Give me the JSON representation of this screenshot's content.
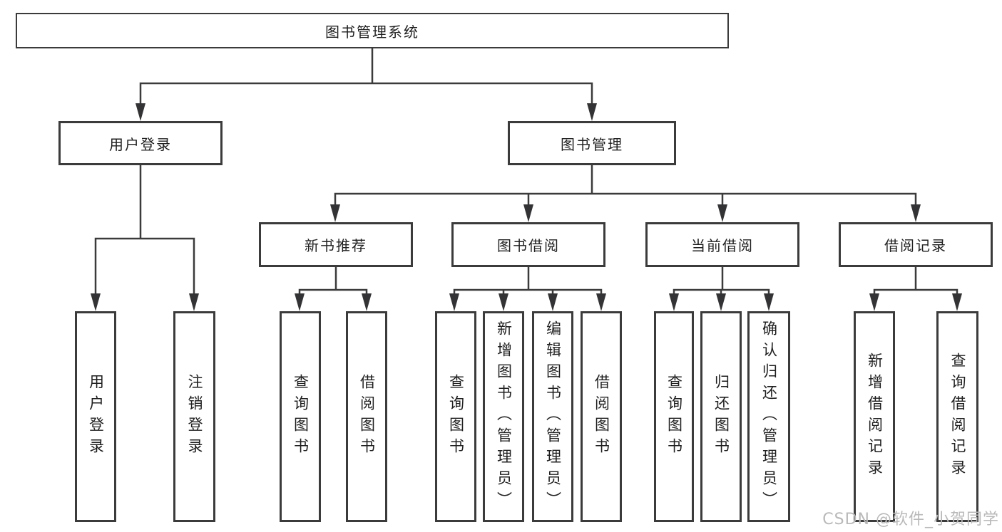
{
  "diagram_type": "hierarchy-tree",
  "colors": {
    "background": "#ffffff",
    "line": "#3b3b3c",
    "box_border": "#3b3b3c",
    "text": "#1f1f1f",
    "watermark": "#b9b9b9"
  },
  "tree": {
    "root": {
      "label": "图书管理系统"
    },
    "user_login": {
      "label": "用户登录",
      "children": [
        {
          "label": "用户登录"
        },
        {
          "label": "注销登录"
        }
      ]
    },
    "book_management": {
      "label": "图书管理",
      "sections": [
        {
          "label": "新书推荐",
          "children": [
            {
              "label": "查询图书"
            },
            {
              "label": "借阅图书"
            }
          ]
        },
        {
          "label": "图书借阅",
          "children": [
            {
              "label": "查询图书"
            },
            {
              "label": "新增图书（管理员）"
            },
            {
              "label": "编辑图书（管理员）"
            },
            {
              "label": "借阅图书"
            }
          ]
        },
        {
          "label": "当前借阅",
          "children": [
            {
              "label": "查询图书"
            },
            {
              "label": "归还图书"
            },
            {
              "label": "确认归还（管理员）"
            }
          ]
        },
        {
          "label": "借阅记录",
          "children": [
            {
              "label": "新增借阅记录"
            },
            {
              "label": "查询借阅记录"
            }
          ]
        }
      ]
    }
  },
  "watermark": "CSDN @软件_小贺同学"
}
